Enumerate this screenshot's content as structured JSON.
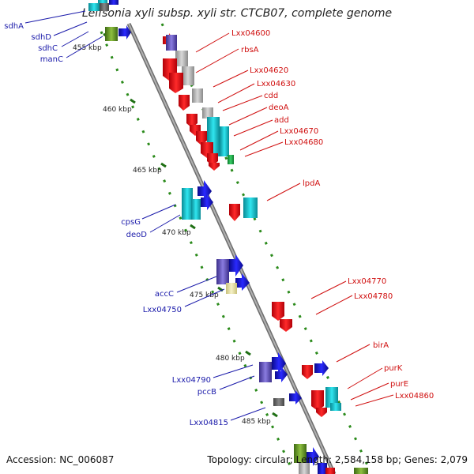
{
  "title": "Leifsonia xyli subsp. xyli str. CTCB07, complete genome",
  "accession": "Accession: NC_006087",
  "summary": "Topology: circular; Length: 2,584,158 bp; Genes: 2,079",
  "ticks": [
    "455 kbp",
    "460 kbp",
    "465 kbp",
    "470 kbp",
    "475 kbp",
    "480 kbp",
    "485 kbp"
  ],
  "left_labels": [
    "sdhA",
    "sdhD",
    "sdhC",
    "manC",
    "cpsG",
    "deoD",
    "accC",
    "Lxx04750",
    "Lxx04790",
    "pccB",
    "Lxx04815"
  ],
  "right_labels": [
    "Lxx04600",
    "rbsA",
    "Lxx04620",
    "Lxx04630",
    "cdd",
    "deoA",
    "add",
    "Lxx04670",
    "Lxx04680",
    "lpdA",
    "Lxx04770",
    "Lxx04780",
    "birA",
    "purK",
    "purE",
    "Lxx04860"
  ],
  "colors": {
    "backbone": "#8c8c8c",
    "left_label": "#1a1aaa",
    "right_label": "#d01010",
    "tick": "#2a8a1a",
    "red_gene": "#e8141e",
    "blue_gene": "#1414dc",
    "cyan_gene": "#19c8d2",
    "purple_gene": "#6a5cc8",
    "gray_gene": "#b9b9b9",
    "olive_gene": "#6a9a2a",
    "yellow_gene": "#e8e4a0"
  }
}
